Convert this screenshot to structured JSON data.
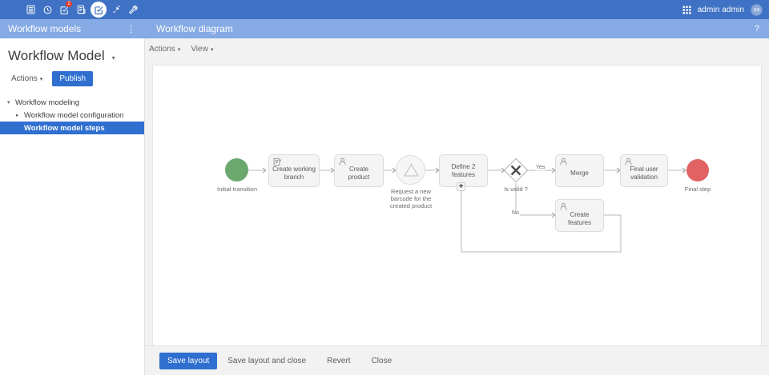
{
  "appbar": {
    "icons": [
      {
        "name": "database-icon",
        "glyph": "database"
      },
      {
        "name": "clock-icon",
        "glyph": "clock"
      },
      {
        "name": "task-checkbox-icon",
        "glyph": "checkbox-square",
        "badge": "2"
      },
      {
        "name": "document-list-icon",
        "glyph": "document"
      },
      {
        "name": "workflow-checkbox-icon",
        "glyph": "checkbox-square",
        "active": true
      },
      {
        "name": "plug-icon",
        "glyph": "plug"
      },
      {
        "name": "wrench-icon",
        "glyph": "wrench"
      }
    ],
    "apps_grid_label": "apps-grid-icon",
    "user_name": "admin admin",
    "avatar_initials": "aa",
    "accent_color": "#3f72c4"
  },
  "subheader": {
    "left_title": "Workflow models",
    "kebab_glyph": "⋮",
    "right_title": "Workflow diagram",
    "help_glyph": "?",
    "background_color": "#86aae4"
  },
  "left_panel": {
    "title": "Workflow Model",
    "title_caret": "▾",
    "actions_label": "Actions",
    "actions_caret": "▾",
    "publish_label": "Publish",
    "tree": [
      {
        "label": "Workflow modeling",
        "level": 1,
        "caret": "▾",
        "selected": false
      },
      {
        "label": "Workflow model configuration",
        "level": 2,
        "caret": "▸",
        "selected": false
      },
      {
        "label": "Workflow model steps",
        "level": 2,
        "caret": "",
        "selected": true
      }
    ]
  },
  "main_toolbar": {
    "actions_label": "Actions",
    "view_label": "View",
    "caret": "▾"
  },
  "diagram": {
    "nodes": [
      {
        "id": "start",
        "type": "start-circle",
        "label": "Initial transition",
        "color": "#6aa86e"
      },
      {
        "id": "create-working-branch",
        "type": "task",
        "label": "Create working branch",
        "icon": "script-icon"
      },
      {
        "id": "create-product",
        "type": "task",
        "label": "Create product",
        "icon": "user-icon"
      },
      {
        "id": "request-barcode",
        "type": "event-circle",
        "label": "Request a new barcode for the created product",
        "icon": "triangle-icon"
      },
      {
        "id": "define-2-features",
        "type": "task",
        "label": "Define 2 features",
        "badge": "+"
      },
      {
        "id": "is-valid",
        "type": "gateway",
        "label": "Is valid ?",
        "glyph": "✕"
      },
      {
        "id": "merge",
        "type": "task",
        "label": "Merge",
        "icon": "user-icon"
      },
      {
        "id": "create-features",
        "type": "task",
        "label": "Create features",
        "icon": "user-icon"
      },
      {
        "id": "final-user-validation",
        "type": "task",
        "label": "Final user validation",
        "icon": "user-icon"
      },
      {
        "id": "final-step",
        "type": "end-circle",
        "label": "Final step",
        "color": "#e06262"
      }
    ],
    "edge_labels": [
      {
        "id": "yes",
        "text": "Yes"
      },
      {
        "id": "no",
        "text": "No"
      }
    ]
  },
  "bottom_bar": {
    "save_layout_label": "Save layout",
    "save_layout_close_label": "Save layout and close",
    "revert_label": "Revert",
    "close_label": "Close"
  }
}
